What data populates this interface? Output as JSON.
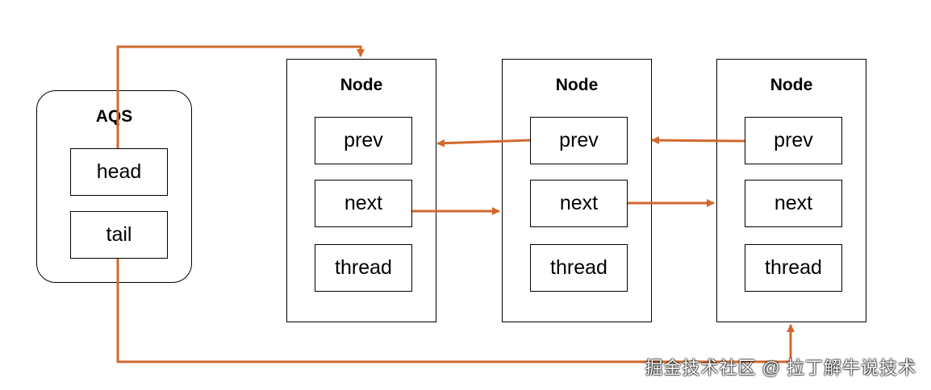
{
  "aqs": {
    "title": "AQS",
    "head_label": "head",
    "tail_label": "tail"
  },
  "nodes": [
    {
      "title": "Node",
      "prev": "prev",
      "next": "next",
      "thread": "thread"
    },
    {
      "title": "Node",
      "prev": "prev",
      "next": "next",
      "thread": "thread"
    },
    {
      "title": "Node",
      "prev": "prev",
      "next": "next",
      "thread": "thread"
    }
  ],
  "colors": {
    "arrow": "#D0692D",
    "border": "#000000"
  },
  "watermark": "掘金技术社区 @ 拉丁解牛说技术"
}
